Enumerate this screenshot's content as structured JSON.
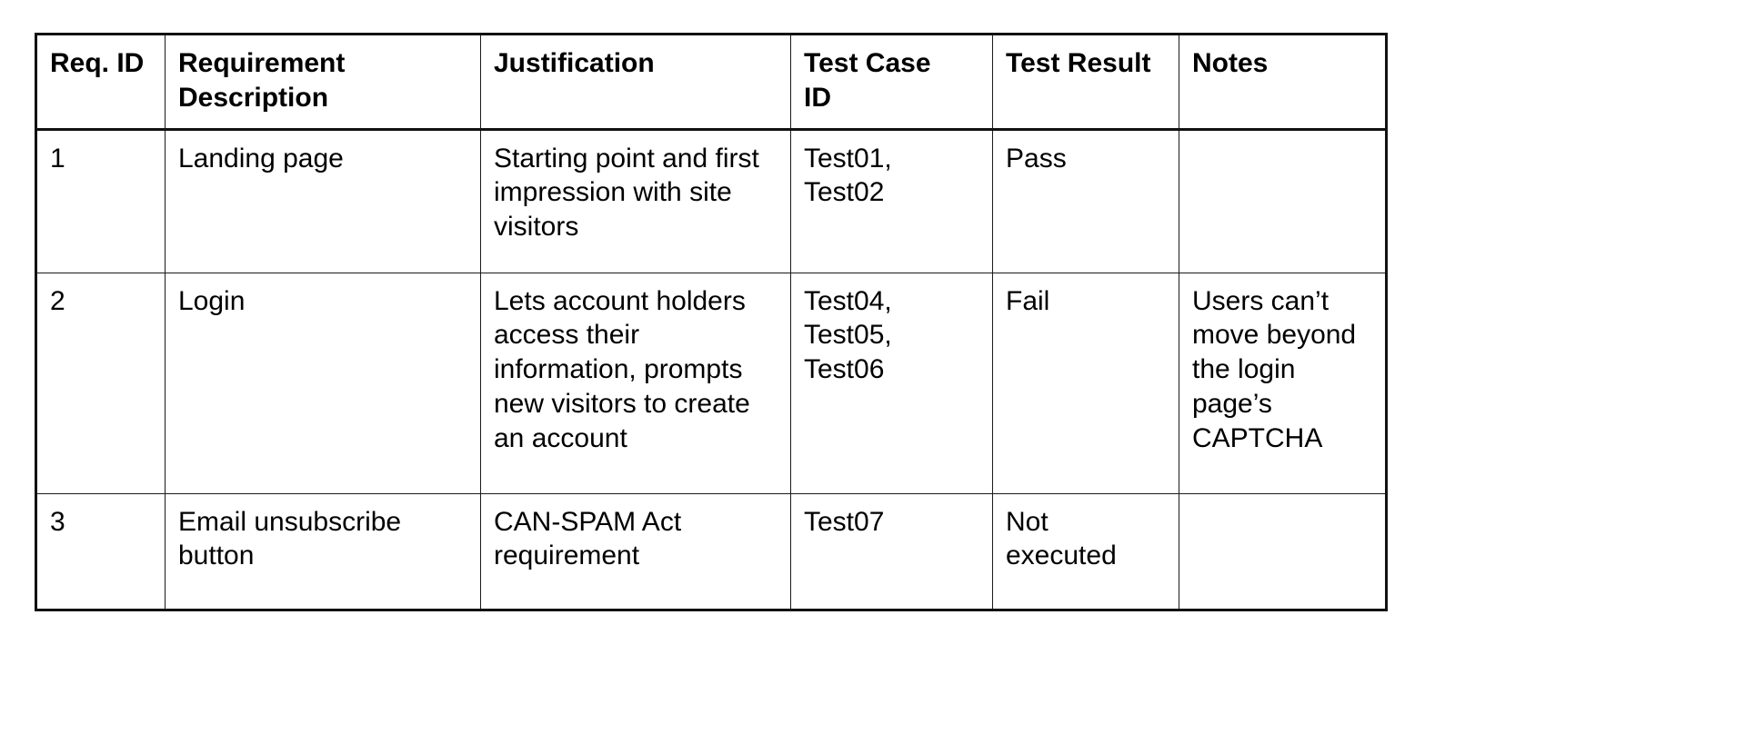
{
  "document": {
    "type": "requirements-traceability-matrix",
    "background_color": "#ffffff",
    "text_color": "#000000",
    "border_color": "#111111"
  },
  "table": {
    "columns": [
      {
        "key": "req_id",
        "label": "Req. ID"
      },
      {
        "key": "description",
        "label": "Requirement\nDescription"
      },
      {
        "key": "justification",
        "label": "Justification"
      },
      {
        "key": "test_case_id",
        "label": "Test Case\nID"
      },
      {
        "key": "test_result",
        "label": "Test Result"
      },
      {
        "key": "notes",
        "label": "Notes"
      }
    ],
    "rows": [
      {
        "req_id": "1",
        "description": "Landing page",
        "justification": "Starting point and first impression with site visitors",
        "test_case_id": "Test01,\nTest02",
        "test_result": "Pass",
        "notes": ""
      },
      {
        "req_id": "2",
        "description": "Login",
        "justification": "Lets account holders access their information, prompts new visitors to create an account",
        "test_case_id": "Test04,\nTest05,\nTest06",
        "test_result": "Fail",
        "notes": "Users can’t move beyond the login page’s CAPTCHA"
      },
      {
        "req_id": "3",
        "description": "Email unsubscribe button",
        "justification": "CAN-SPAM Act requirement",
        "test_case_id": "Test07",
        "test_result": "Not executed",
        "notes": ""
      }
    ]
  }
}
